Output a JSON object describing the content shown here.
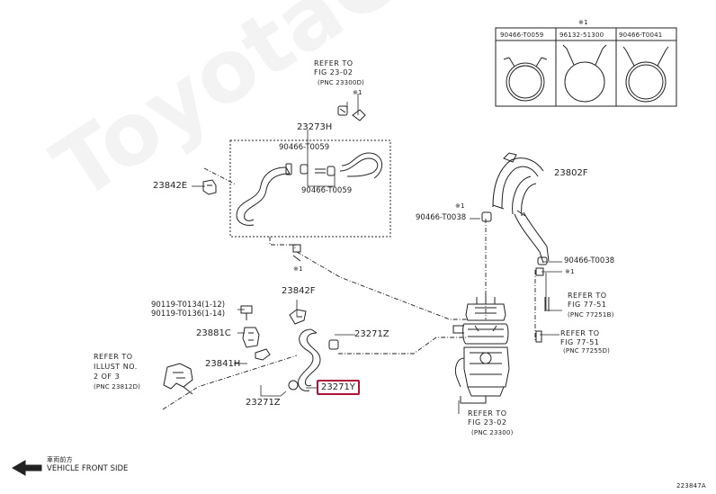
{
  "watermark": "ToyotaCarMine",
  "legend": {
    "star": "※1",
    "cols": [
      "90466-T0059",
      "96132-51300",
      "90466-T0041"
    ]
  },
  "labels": {
    "refer_top_1": "REFER TO",
    "refer_top_2": "FIG 23-02",
    "refer_top_3": "(PNC 23300D)",
    "star1_a": "※1",
    "p23273H": "23273H",
    "p90466_t0059_a": "90466-T0059",
    "p90466_t0059_b": "90466-T0059",
    "p23842E": "23842E",
    "star1_b": "※1",
    "p23802F": "23802F",
    "star1_c": "※1",
    "p90466_t0038_a": "90466-T0038",
    "p90466_t0038_b": "90466-T0038",
    "star1_d": "※1",
    "refer_r1_1": "REFER TO",
    "refer_r1_2": "FIG 77-51",
    "refer_r1_3": "(PNC 77251B)",
    "refer_r2_1": "REFER TO",
    "refer_r2_2": "FIG 77-51",
    "refer_r2_3": "(PNC 77255D)",
    "p23842F": "23842F",
    "p90119_a": "90119-T0134(1-12)",
    "p90119_b": "90119-T0136(1-14)",
    "p23881C": "23881C",
    "p23271Z_a": "23271Z",
    "p23841H": "23841H",
    "refer_l_1": "REFER TO",
    "refer_l_2": "ILLUST NO.",
    "refer_l_3": "2 OF 3",
    "refer_l_4": "(PNC 23812D)",
    "p23271Y": "23271Y",
    "p23271Z_b": "23271Z",
    "refer_b_1": "REFER TO",
    "refer_b_2": "FIG 23-02",
    "refer_b_3": "(PNC 23300)",
    "front_jp": "車両前方",
    "front_en": "VEHICLE FRONT SIDE",
    "fig_no": "223847A"
  }
}
